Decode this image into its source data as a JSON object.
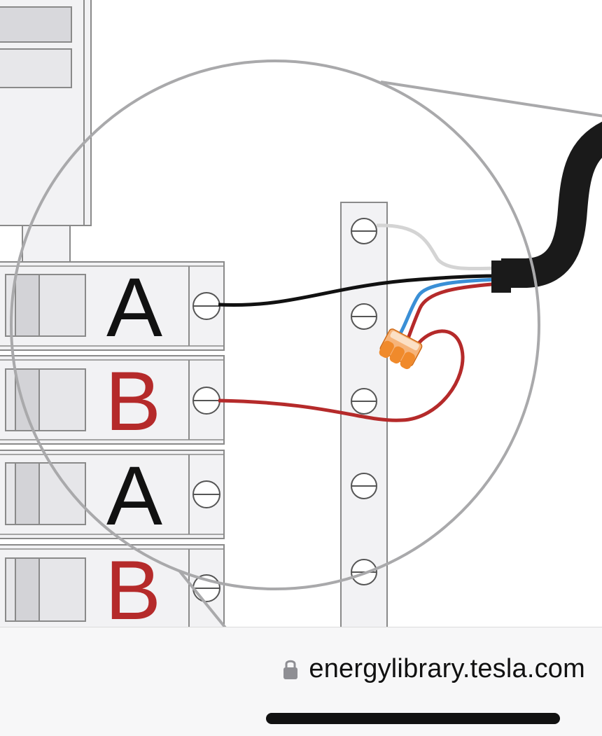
{
  "diagram": {
    "breakers": [
      {
        "letter": "A",
        "color": "#111111"
      },
      {
        "letter": "B",
        "color": "#b52a2a"
      },
      {
        "letter": "A",
        "color": "#111111"
      },
      {
        "letter": "B",
        "color": "#b52a2a"
      }
    ],
    "wire_colors": {
      "black": "#111111",
      "red": "#b52a2a",
      "blue": "#3a8fd6",
      "white": "#d4d4d4",
      "cable_jacket": "#1a1a1a",
      "connector": "#f08a2b"
    },
    "panel_color": "#f2f2f4",
    "outline_color": "#8a8a8a",
    "magnifier_color": "#a9a9ab"
  },
  "browser": {
    "url": "energylibrary.tesla.com",
    "icon": "lock-icon"
  }
}
